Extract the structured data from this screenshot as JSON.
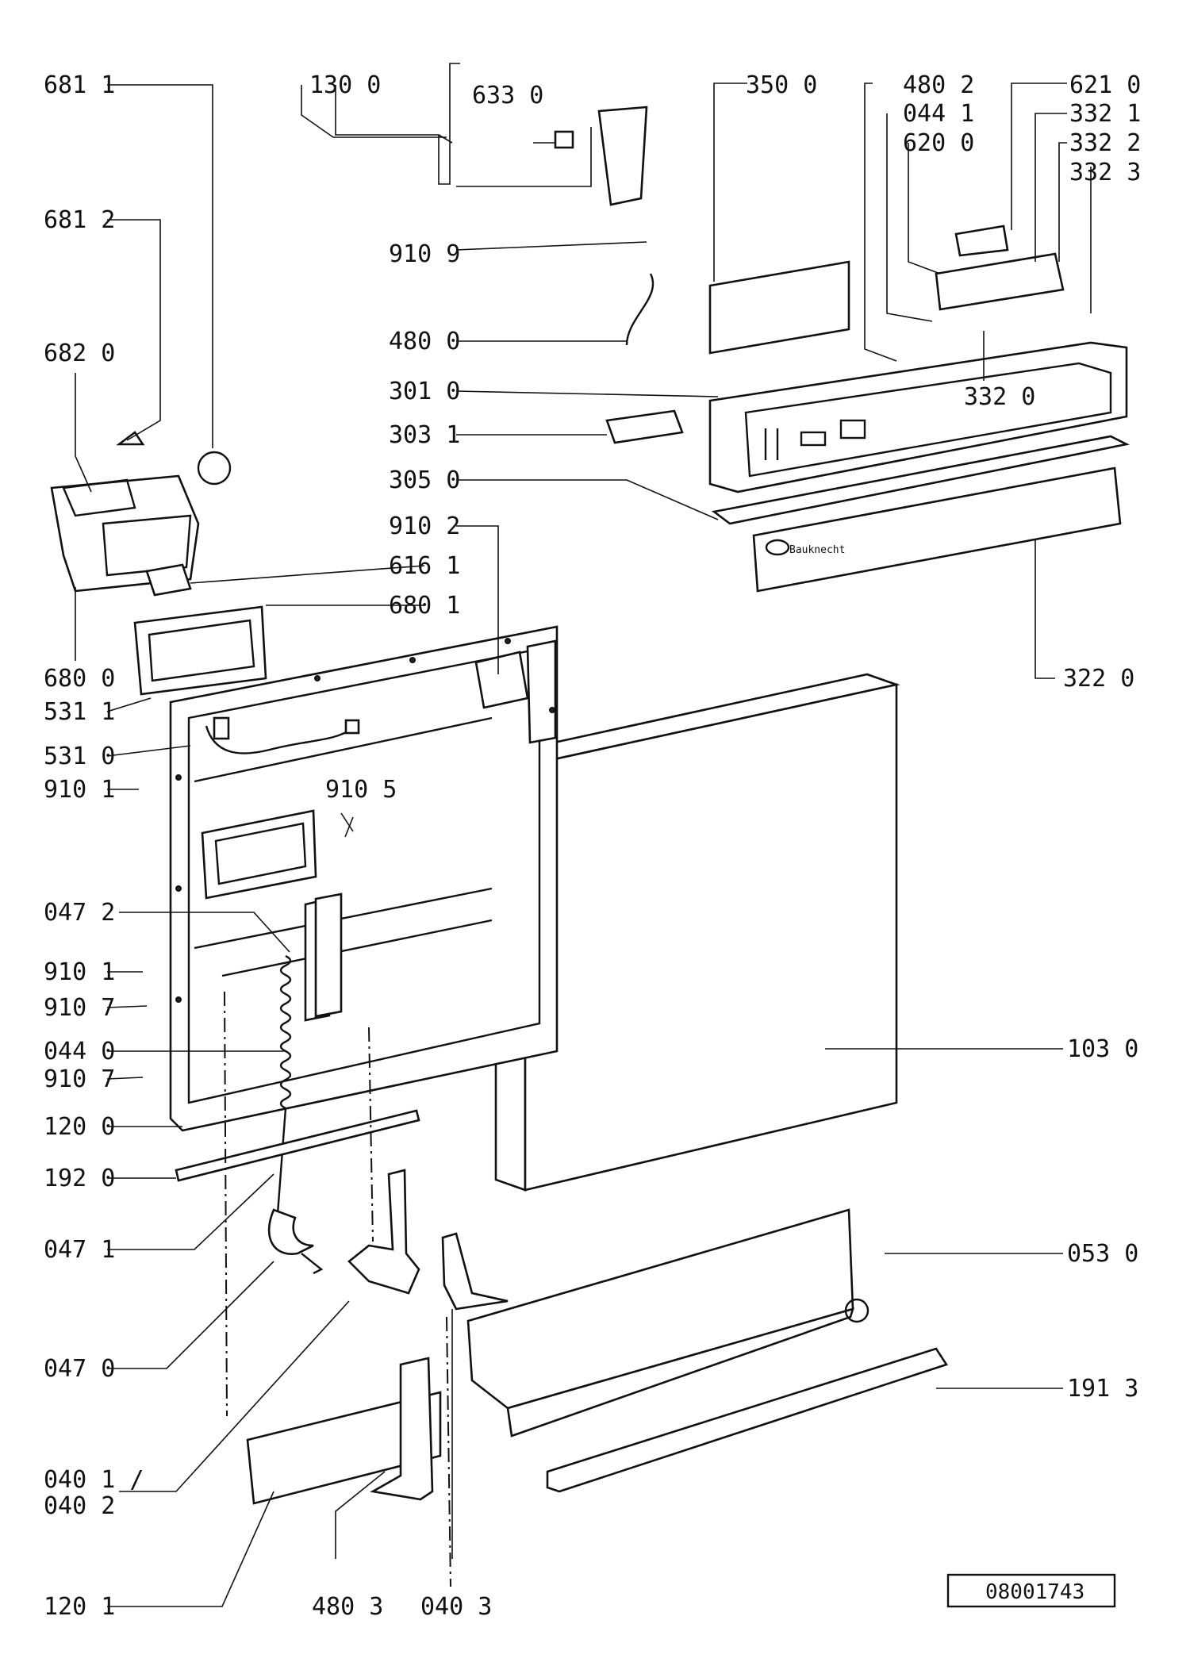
{
  "callouts": {
    "c6811": "681 1",
    "c6812": "681 2",
    "c6820": "682 0",
    "c6800": "680 0",
    "c5311": "531 1",
    "c5310": "531 0",
    "c9101a": "910 1",
    "c0472": "047 2",
    "c9101b": "910 1",
    "c9107a": "910 7",
    "c0440": "044 0",
    "c9107b": "910 7",
    "c1200": "120 0",
    "c1920": "192 0",
    "c0471": "047 1",
    "c0470": "047 0",
    "c0401": "040 1 /",
    "c0402": "040 2",
    "c1201": "120 1",
    "c1300": "130 0",
    "c6330": "633 0",
    "c9109": "910 9",
    "c4800": "480 0",
    "c3010": "301 0",
    "c3031": "303 1",
    "c3050": "305 0",
    "c9102": "910 2",
    "c6161": "616 1",
    "c6801": "680 1",
    "c9105": "910 5",
    "c3500": "350 0",
    "c4802": "480 2",
    "c0441": "044 1",
    "c6200": "620 0",
    "c6210": "621 0",
    "c3321": "332 1",
    "c3322": "332 2",
    "c3323": "332 3",
    "c3320": "332 0",
    "c3220": "322 0",
    "c1030": "103 0",
    "c0530": "053 0",
    "c1913": "191 3",
    "c4803": "480 3",
    "c0403": "040 3"
  },
  "drawing_number": "08001743",
  "brand_label": "Bauknecht",
  "icons": [
    "control-panel",
    "door-panel",
    "dispenser",
    "hinge-spring",
    "kick-plate"
  ]
}
